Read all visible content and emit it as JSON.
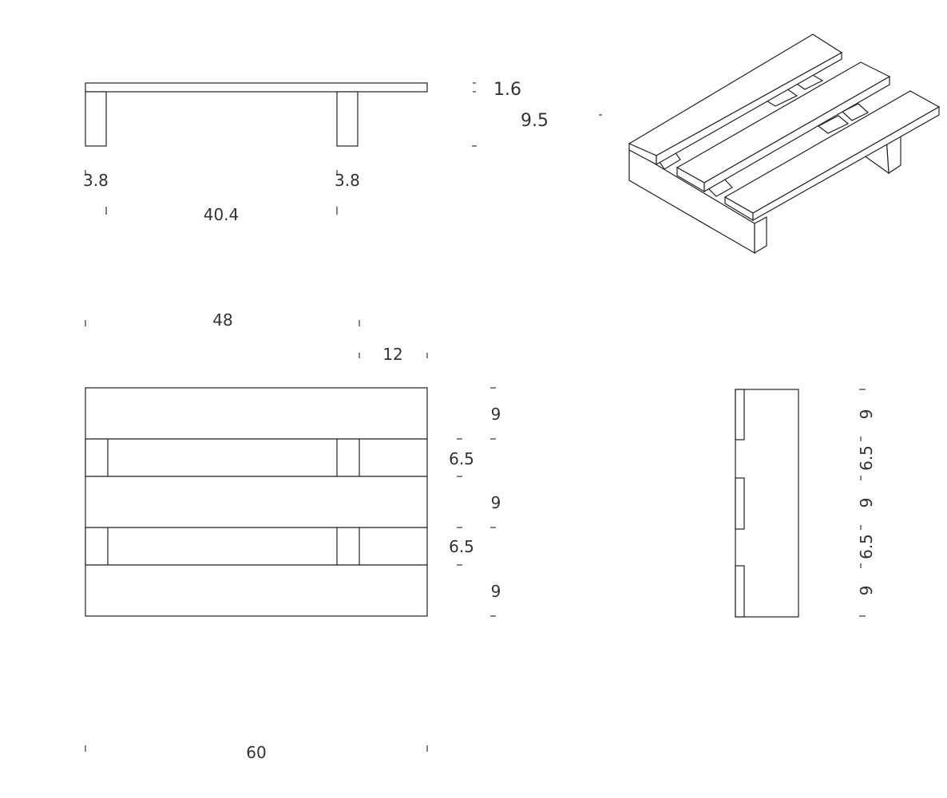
{
  "front_view": {
    "top_thickness": "1.6",
    "height": "9.5",
    "leg_left_width": "3.8",
    "leg_right_width": "3.8",
    "inner_span": "40.4"
  },
  "top_view": {
    "leg_span": "48",
    "overhang": "12",
    "overall_width": "60",
    "board_1": "9",
    "gap_1": "6.5",
    "board_2": "9",
    "gap_2": "6.5",
    "board_3": "9"
  },
  "side_view": {
    "board_1": "9",
    "gap_1": "6.5",
    "board_2": "9",
    "gap_2": "6.5",
    "board_3": "9"
  }
}
